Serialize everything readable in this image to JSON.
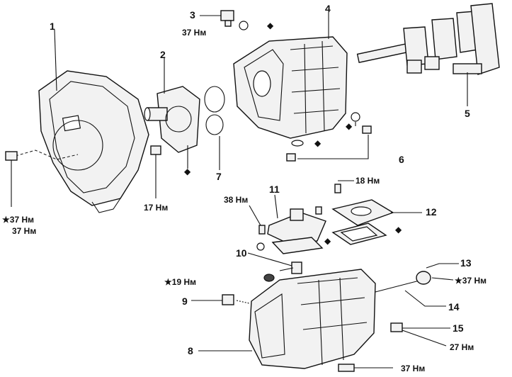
{
  "callouts": {
    "n1": "1",
    "n2": "2",
    "n3": "3",
    "n4": "4",
    "n5": "5",
    "n6": "6",
    "n7": "7",
    "n8": "8",
    "n9": "9",
    "n10": "10",
    "n11": "11",
    "n12": "12",
    "n13": "13",
    "n14": "14",
    "n15": "15"
  },
  "torques": {
    "t3": "37 Нм",
    "t18": "18 Нм",
    "t38": "38 Нм",
    "t17": "17 Нм",
    "t_left_star": "37 Нм",
    "t_left": "37 Нм",
    "t19": "19 Нм",
    "t13": "37 Нм",
    "t15": "27 Нм",
    "t_bottom": "37 Нм"
  },
  "symbols": {
    "star": "★",
    "diamond": "◆"
  }
}
